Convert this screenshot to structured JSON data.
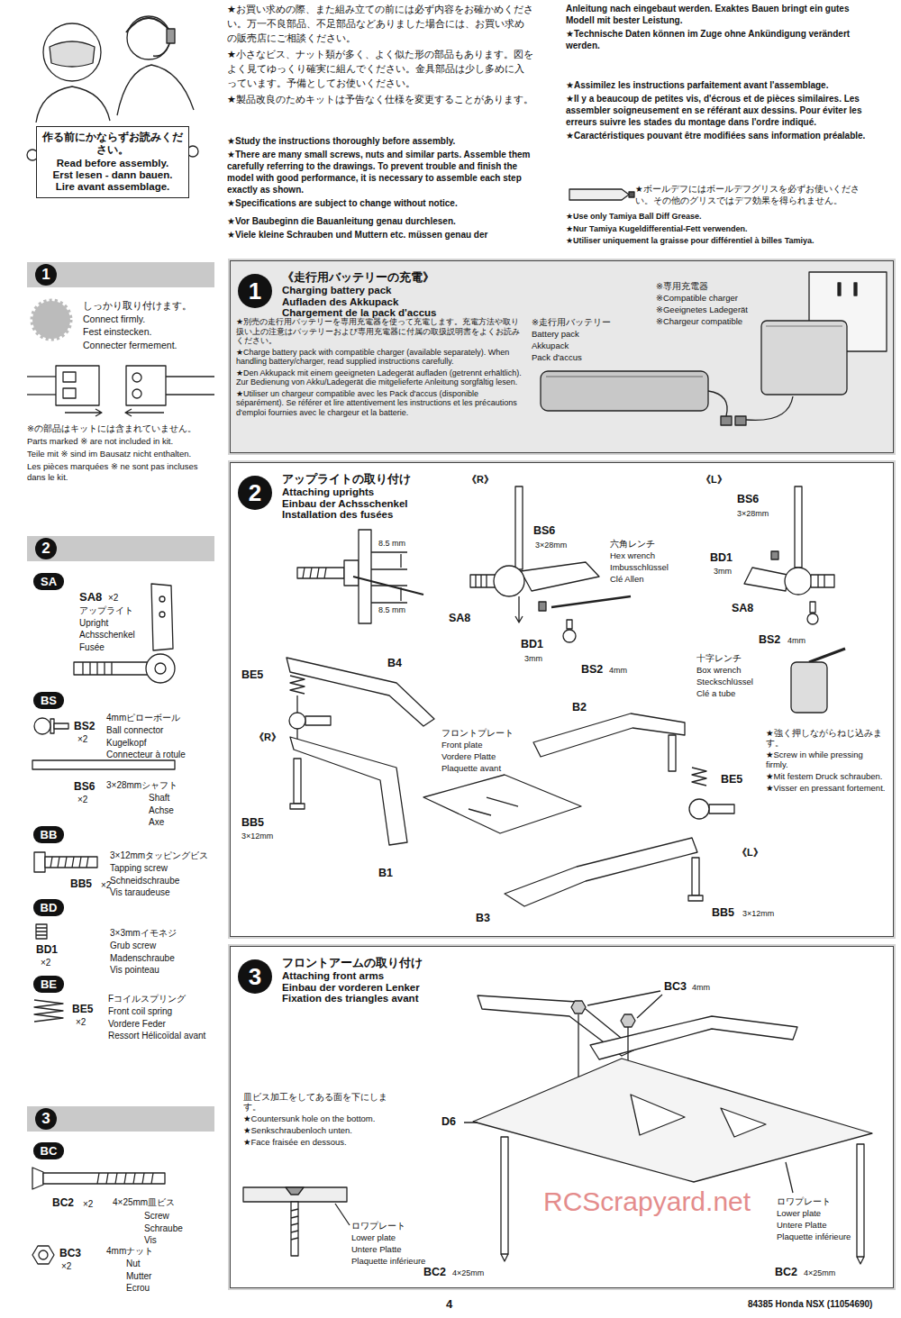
{
  "diagram": {
    "nodes": [
      {
        "text": [
          "作る前にかならずお読みください。",
          "Read before assembly.",
          "Erst lesen - dann bauen.",
          "Lire avant assemblage."
        ]
      },
      {
        "text": [
          "1"
        ]
      },
      {
        "text": [
          "2"
        ]
      },
      {
        "text": [
          "SA"
        ]
      },
      {
        "text": [
          "BS"
        ]
      },
      {
        "text": [
          "BB"
        ]
      },
      {
        "text": [
          "BD"
        ]
      },
      {
        "text": [
          "BE"
        ]
      },
      {
        "text": [
          "3"
        ]
      },
      {
        "text": [
          "BC"
        ]
      },
      {
        "text": [
          "《走行用バッテリーの充電》",
          "Charging battery pack",
          "Aufladen des Akkupack",
          "Chargement de la pack d'accus"
        ]
      },
      {
        "text": [
          "1"
        ],
        "in": 10
      },
      {
        "text": [
          "アップライトの取り付け",
          "Attaching uprights",
          "Einbau der Achsschenkel",
          "Installation des fusées"
        ]
      },
      {
        "text": [
          "2"
        ],
        "in": 12
      },
      {
        "text": [
          "フロントアームの取り付け",
          "Attaching front arms",
          "Einbau der vorderen Lenker",
          "Fixation des triangles avant"
        ]
      },
      {
        "text": [
          "3"
        ],
        "in": 14
      }
    ],
    "labels": [
      "★お買い求めの際、また組み立ての前には必ず内容をお確かめください。万一不良部品、不足部品などありました場合には、お買い求めの販売店にご相談ください。",
      "★小さなビス、ナット類が多く、よく似た形の部品もあります。図をよく見てゆっくり確実に組んでください。金具部品は少し多めに入っています。予備としてお使いください。",
      "★製品改良のためキットは予告なく仕様を変更することがあります。",
      "★Study the instructions thoroughly before assembly.",
      "★There are many small screws, nuts and similar parts. Assemble them carefully referring to the drawings. To prevent trouble and finish the model with good performance, it is necessary to assemble each step exactly as shown.",
      "★Specifications are subject to change without notice.",
      "★Vor Baubeginn die Bauanleitung genau durchlesen.",
      "★Viele kleine Schrauben und Muttern etc. müssen genau der",
      "Anleitung nach eingebaut werden. Exaktes Bauen bringt ein gutes Modell mit bester Leistung.",
      "★Technische Daten können im Zuge ohne Ankündigung verändert werden.",
      "★Assimilez les instructions parfaitement avant l'assemblage.",
      "★Il y a beaucoup de petites vis, d'écrous et de pièces similaires. Les assembler soigneusement en se référant aux dessins. Pour éviter les erreurs suivre les stades du montage dans l'ordre indiqué.",
      "★Caractéristiques pouvant être modifiées sans information préalable.",
      "★ボールデフにはボールデフグリスを必ずお使いください。その他のグリスではデフ効果を得られません。",
      "★Use only Tamiya Ball Diff Grease.",
      "★Nur Tamiya Kugeldifferential-Fett verwenden.",
      "★Utiliser uniquement la graisse pour différentiel à billes Tamiya.",
      "しっかり取り付けます。",
      "Connect firmly.",
      "Fest einstecken.",
      "Connecter fermement.",
      "※の部品はキットには含まれていません。",
      "Parts marked ※ are not included in kit.",
      "Teile mit ※ sind im Bausatz nicht enthalten.",
      "Les pièces marquées ※ ne sont pas incluses dans le kit.",
      "SA8",
      "×2",
      "アップライト",
      "Upright",
      "Achsschenkel",
      "Fusée",
      "4mmピローボール",
      "BS2",
      "×2",
      "Ball connector",
      "Kugelkopf",
      "Connecteur à rotule",
      "BS6",
      "×2",
      "3×28mmシャフト",
      "Shaft",
      "Achse",
      "Axe",
      "3×12mmタッピングビス",
      "Tapping screw",
      "Schneidschraube",
      "Vis taraudeuse",
      "BB5",
      "×2",
      "3×3mmイモネジ",
      "BD1",
      "×2",
      "Grub screw",
      "Madenschraube",
      "Vis pointeau",
      "Fコイルスプリング",
      "BE5",
      "×2",
      "Front coil spring",
      "Vordere Feder",
      "Ressort Hélicoïdal avant",
      "BC2",
      "×2",
      "4×25mm皿ビス",
      "Screw",
      "Schraube",
      "Vis",
      "BC3",
      "×2",
      "4mmナット",
      "Nut",
      "Mutter",
      "Ecrou",
      "★別売の走行用バッテリーを専用充電器を使って充電します。充電方法や取り扱い上の注意はバッテリーおよび専用充電器に付属の取扱説明書をよくお読みください。",
      "★Charge battery pack with compatible charger (available separately). When handling battery/charger, read supplied instructions carefully.",
      "★Den Akkupack mit einem geeigneten Ladegerät aufladen (getrennt erhältlich). Zur Bedienung von Akku/Ladegerät die mitgelieferte Anleitung sorgfältig lesen.",
      "★Utiliser un chargeur compatible avec les Pack d'accus (disponible séparément). Se référer et lire attentivement les instructions et les précautions d'emploi fournies avec le chargeur et la batterie.",
      "※専用充電器",
      "※Compatible charger",
      "※Geeignetes Ladegerät",
      "※Chargeur compatible",
      "※走行用バッテリー",
      "Battery pack",
      "Akkupack",
      "Pack d'accus",
      "《R》",
      "《L》",
      "BS6",
      "3×28mm",
      "BS6",
      "3×28mm",
      "8.5 mm",
      "8.5 mm",
      "六角レンチ",
      "Hex wrench",
      "Imbusschlüssel",
      "Clé Allen",
      "BD1",
      "3mm",
      "SA8",
      "SA8",
      "BD1",
      "3mm",
      "BS2",
      "4mm",
      "BS2",
      "4mm",
      "十字レンチ",
      "Box wrench",
      "Steckschlüssel",
      "Clé a tube",
      "BE5",
      "B4",
      "《R》",
      "フロントプレート",
      "Front plate",
      "Vordere Platte",
      "Plaquette avant",
      "B2",
      "★強く押しながらねじ込みます。",
      "★Screw in while pressing firmly.",
      "★Mit festem Druck schrauben.",
      "★Visser en pressant fortement.",
      "BE5",
      "BB5",
      "3×12mm",
      "B1",
      "《L》",
      "B3",
      "BB5",
      "3×12mm",
      "BC3",
      "4mm",
      "皿ビス加工をしてある面を下にします。",
      "★Countersunk hole on the bottom.",
      "★Senkschraubenloch unten.",
      "★Face fraisée en dessous.",
      "D6",
      "ロワプレート",
      "Lower plate",
      "Untere Platte",
      "Plaquette inférieure",
      "ロワプレート",
      "Lower plate",
      "Untere Platte",
      "Plaquette inférieure",
      "BC2",
      "4×25mm",
      "BC2",
      "4×25mm",
      "4",
      "84385 Honda NSX (11054690)",
      "RCScrapyard.net"
    ]
  }
}
